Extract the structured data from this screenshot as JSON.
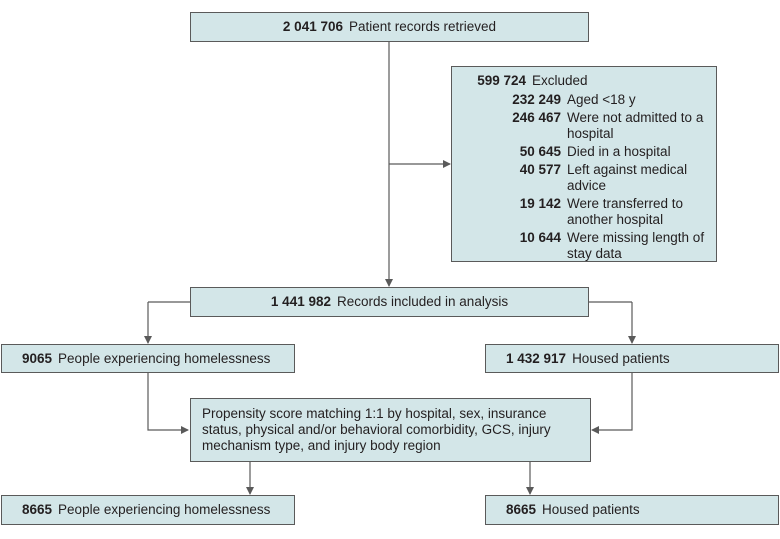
{
  "retrieved": {
    "count": "2 041 706",
    "label": "Patient records retrieved"
  },
  "excluded": {
    "count": "599 724",
    "label": "Excluded",
    "reasons": [
      {
        "count": "232 249",
        "label": "Aged <18 y"
      },
      {
        "count": "246 467",
        "label": "Were not admitted to a hospital"
      },
      {
        "count": "50 645",
        "label": "Died in a hospital"
      },
      {
        "count": "40 577",
        "label": "Left against medical advice"
      },
      {
        "count": "19 142",
        "label": "Were transferred to another hospital"
      },
      {
        "count": "10 644",
        "label": "Were missing length of stay data"
      }
    ]
  },
  "included": {
    "count": "1 441 982",
    "label": "Records included in analysis"
  },
  "homeless": {
    "count": "9065",
    "label": "People experiencing homelessness"
  },
  "housed": {
    "count": "1 432 917",
    "label": "Housed patients"
  },
  "matching": {
    "label": "Propensity score matching 1:1 by hospital, sex, insurance status, physical and/or behavioral comorbidity, GCS, injury mechanism type, and injury body region"
  },
  "matched_homeless": {
    "count": "8665",
    "label": "People experiencing homelessness"
  },
  "matched_housed": {
    "count": "8665",
    "label": "Housed patients"
  },
  "colors": {
    "box_fill": "#d3e6e8",
    "box_border": "#5a5a5a",
    "line": "#5a5a5a"
  }
}
